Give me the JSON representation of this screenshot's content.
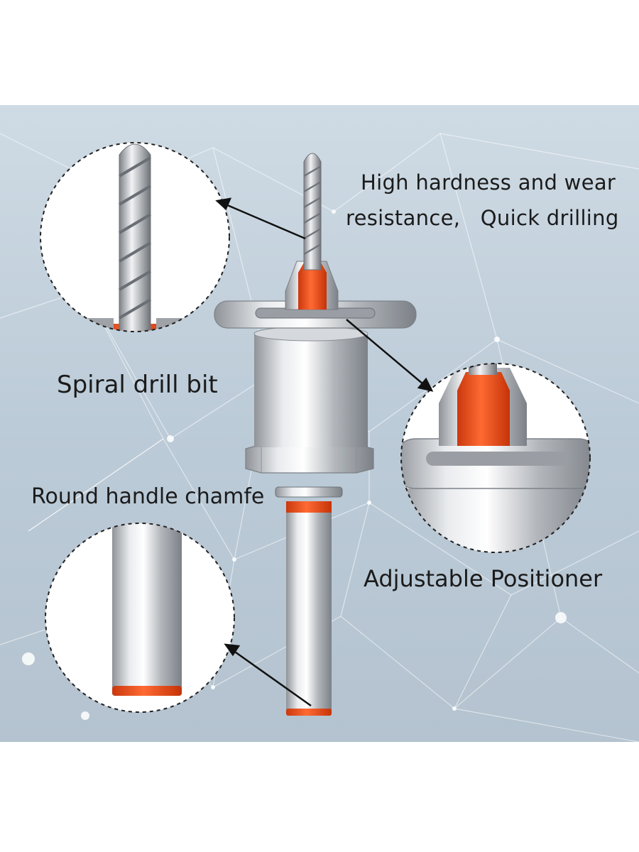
{
  "labels": {
    "hardness_line1": "High hardness and wear",
    "hardness_line2": "resistance,   Quick drilling",
    "spiral": "Spiral drill bit",
    "round_handle": "Round handle chamfe",
    "adjustable": "Adjustable Positioner"
  },
  "colors": {
    "background": "#ffffff",
    "scene_top": "#c9d6e0",
    "scene_bottom": "#aebfcd",
    "accent_orange": "#f0501e",
    "steel": "#c9ccd0"
  },
  "icons": {
    "product": "countersink-drill-bit-illustration",
    "callout_arrow": "arrow-icon"
  }
}
